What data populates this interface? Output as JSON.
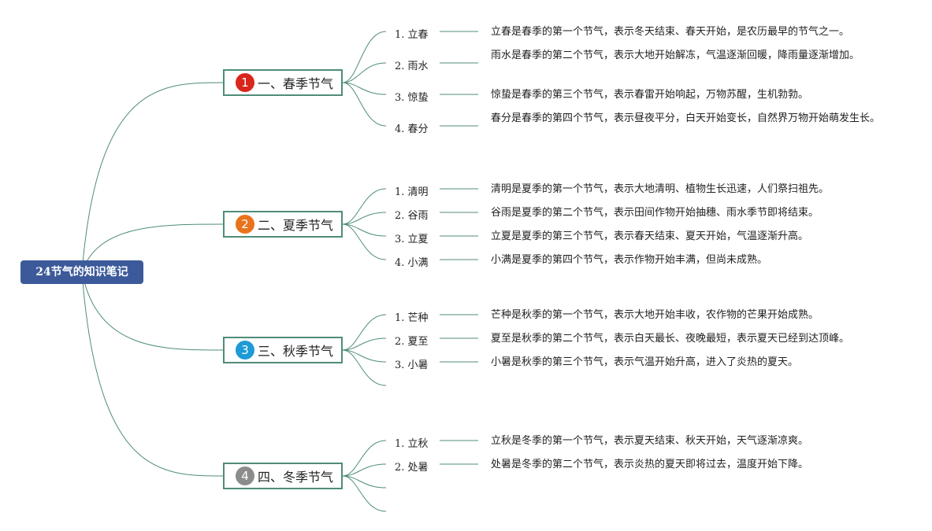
{
  "root": {
    "label": "24节气的知识笔记"
  },
  "colors": {
    "root_bg": "#3c5a9a",
    "branch_border": "#4f8c7a",
    "line": "#4f8c7a"
  },
  "branches": [
    {
      "badge": "1",
      "badge_color": "#d9261c",
      "label": "一、春季节气",
      "leaves": [
        {
          "num": "1.",
          "label": "立春",
          "desc": "立春是春季的第一个节气，表示冬天结束、春天开始，是农历最早的节气之一。"
        },
        {
          "num": "2.",
          "label": "雨水",
          "desc": "雨水是春季的第二个节气，表示大地开始解冻，气温逐渐回暖，降雨量逐渐增加。"
        },
        {
          "num": "3.",
          "label": "惊蛰",
          "desc": "惊蛰是春季的第三个节气，表示春雷开始响起，万物苏醒，生机勃勃。"
        },
        {
          "num": "4.",
          "label": "春分",
          "desc": "春分是春季的第四个节气，表示昼夜平分，白天开始变长，自然界万物开始萌发生长。"
        }
      ]
    },
    {
      "badge": "2",
      "badge_color": "#e8731c",
      "label": "二、夏季节气",
      "leaves": [
        {
          "num": "1.",
          "label": "清明",
          "desc": "清明是夏季的第一个节气，表示大地清明、植物生长迅速，人们祭扫祖先。"
        },
        {
          "num": "2.",
          "label": "谷雨",
          "desc": "谷雨是夏季的第二个节气，表示田间作物开始抽穗、雨水季节即将结束。"
        },
        {
          "num": "3.",
          "label": "立夏",
          "desc": "立夏是夏季的第三个节气，表示春天结束、夏天开始，气温逐渐升高。"
        },
        {
          "num": "4.",
          "label": "小满",
          "desc": "小满是夏季的第四个节气，表示作物开始丰满，但尚未成熟。"
        }
      ]
    },
    {
      "badge": "3",
      "badge_color": "#1e9ad6",
      "label": "三、秋季节气",
      "leaves": [
        {
          "num": "1.",
          "label": "芒种",
          "desc": "芒种是秋季的第一个节气，表示大地开始丰收，农作物的芒果开始成熟。"
        },
        {
          "num": "2.",
          "label": "夏至",
          "desc": "夏至是秋季的第二个节气，表示白天最长、夜晚最短，表示夏天已经到达顶峰。"
        },
        {
          "num": "3.",
          "label": "小暑",
          "desc": "小暑是秋季的第三个节气，表示气温开始升高，进入了炎热的夏天。"
        }
      ]
    },
    {
      "badge": "4",
      "badge_color": "#8c8c8c",
      "label": "四、冬季节气",
      "leaves": [
        {
          "num": "1.",
          "label": "立秋",
          "desc": "立秋是冬季的第一个节气，表示夏天结束、秋天开始，天气逐渐凉爽。"
        },
        {
          "num": "2.",
          "label": "处暑",
          "desc": "处暑是冬季的第二个节气，表示炎热的夏天即将过去，温度开始下降。"
        }
      ]
    }
  ]
}
